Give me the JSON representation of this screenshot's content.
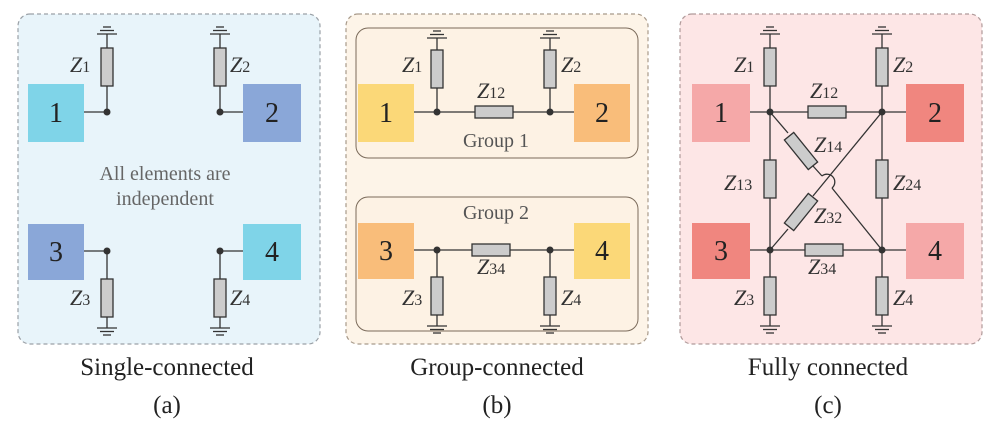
{
  "colors": {
    "panel_a_bg": "#e8f4fa",
    "panel_b_bg": "#fdf4e8",
    "panel_c_bg": "#fde6e6",
    "light_cyan": "#7fd4e8",
    "steel_blue": "#8aa7d8",
    "light_yellow": "#fbd878",
    "light_orange": "#f9bd7a",
    "light_pink": "#f5a8a8",
    "salmon": "#f0867f",
    "impedance_fill": "#cccccc",
    "wire": "#333333"
  },
  "panels": [
    {
      "caption": "Single-connected",
      "tag": "(a)",
      "note_lines": [
        "All elements are",
        "independent"
      ],
      "ports": [
        "1",
        "2",
        "3",
        "4"
      ],
      "impedances": [
        {
          "sym": "Z",
          "sub": "1"
        },
        {
          "sym": "Z",
          "sub": "2"
        },
        {
          "sym": "Z",
          "sub": "3"
        },
        {
          "sym": "Z",
          "sub": "4"
        }
      ]
    },
    {
      "caption": "Group-connected",
      "tag": "(b)",
      "groups": [
        "Group 1",
        "Group 2"
      ],
      "ports": [
        "1",
        "2",
        "3",
        "4"
      ],
      "impedances": [
        {
          "sym": "Z",
          "sub": "1"
        },
        {
          "sym": "Z",
          "sub": "2"
        },
        {
          "sym": "Z",
          "sub": "12"
        },
        {
          "sym": "Z",
          "sub": "3"
        },
        {
          "sym": "Z",
          "sub": "4"
        },
        {
          "sym": "Z",
          "sub": "34"
        }
      ]
    },
    {
      "caption": "Fully connected",
      "tag": "(c)",
      "ports": [
        "1",
        "2",
        "3",
        "4"
      ],
      "impedances": [
        {
          "sym": "Z",
          "sub": "1"
        },
        {
          "sym": "Z",
          "sub": "2"
        },
        {
          "sym": "Z",
          "sub": "3"
        },
        {
          "sym": "Z",
          "sub": "4"
        },
        {
          "sym": "Z",
          "sub": "12"
        },
        {
          "sym": "Z",
          "sub": "34"
        },
        {
          "sym": "Z",
          "sub": "13"
        },
        {
          "sym": "Z",
          "sub": "24"
        },
        {
          "sym": "Z",
          "sub": "14"
        },
        {
          "sym": "Z",
          "sub": "32"
        }
      ]
    }
  ]
}
